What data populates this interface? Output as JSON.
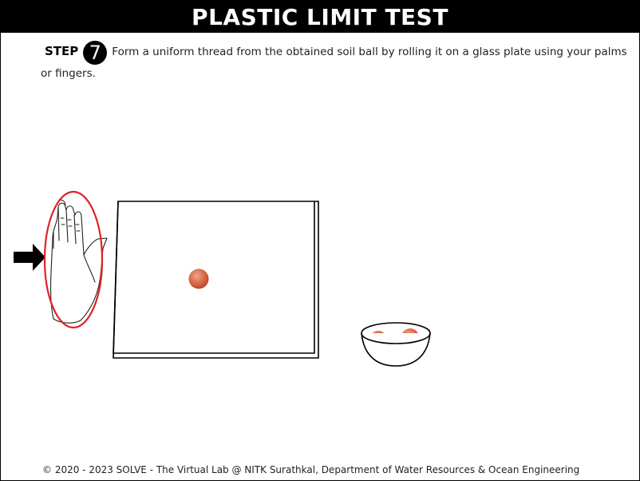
{
  "title": "PLASTIC LIMIT TEST",
  "step": {
    "label": "STEP",
    "number": "7",
    "text": "Form a uniform thread from the obtained soil ball by rolling it on a glass plate using your palms or fingers."
  },
  "footer": "© 2020 - 2023 SOLVE - The Virtual Lab @ NITK Surathkal, Department of Water Resources & Ocean Engineering",
  "colors": {
    "title_bg": "#000000",
    "highlight": "#e0202a",
    "soil": "#d86a4a"
  }
}
